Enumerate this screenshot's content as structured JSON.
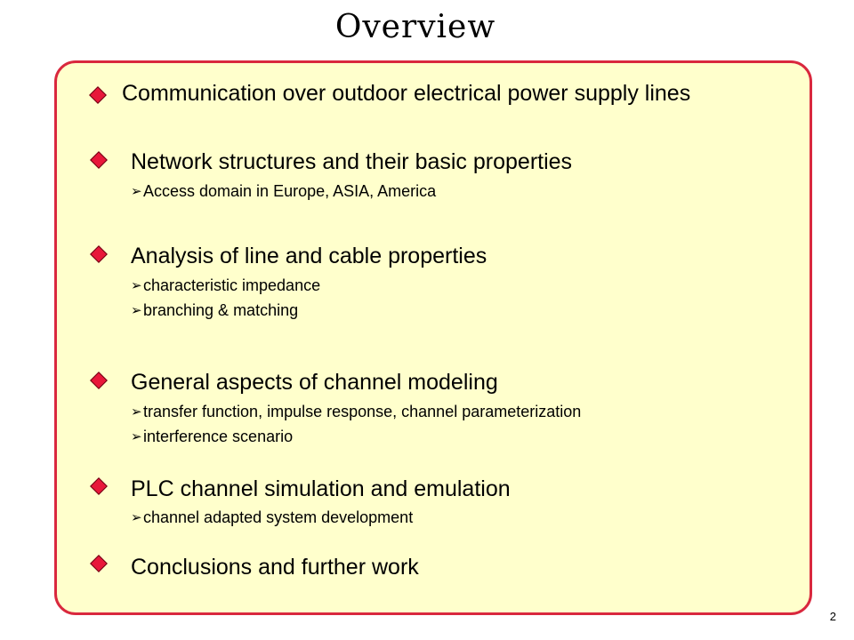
{
  "slide": {
    "title": "Overview",
    "page_number": "2",
    "accent_color": "#d9283e",
    "panel_color": "#ffffcc",
    "bullet_icon": "diamond-icon",
    "sub_bullet_icon": "arrowhead-icon"
  },
  "sections": [
    {
      "heading": "Communication over outdoor electrical power supply lines",
      "items": []
    },
    {
      "heading": "Network structures and their basic properties",
      "items": [
        "Access domain in Europe, ASIA, America"
      ]
    },
    {
      "heading": "Analysis of line and cable properties",
      "items": [
        "characteristic impedance",
        "branching & matching"
      ]
    },
    {
      "heading": "General aspects of channel modeling",
      "items": [
        "transfer function, impulse response, channel parameterization",
        "interference scenario"
      ]
    },
    {
      "heading": "PLC channel simulation and emulation",
      "items": [
        "channel adapted system development"
      ]
    },
    {
      "heading": "Conclusions and further work",
      "items": []
    }
  ]
}
